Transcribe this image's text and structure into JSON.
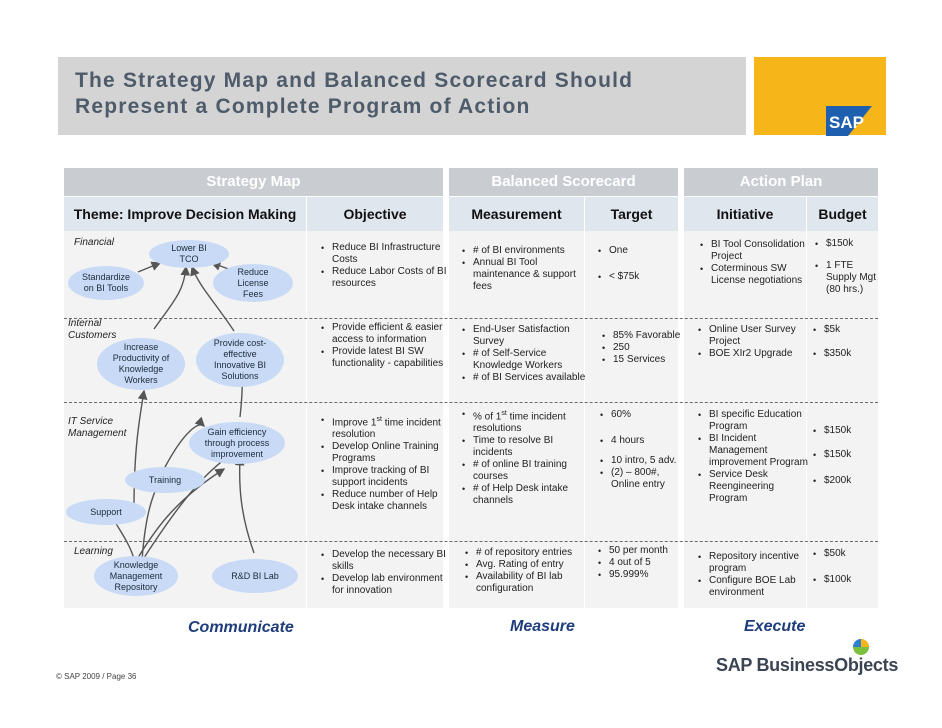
{
  "header": {
    "title": "The Strategy Map and Balanced Scorecard Should\nRepresent a Complete Program of Action",
    "logo_text": "SAP"
  },
  "sections": {
    "strategy_map": "Strategy Map",
    "balanced_scorecard": "Balanced Scorecard",
    "action_plan": "Action Plan"
  },
  "columns": {
    "theme": "Theme:  Improve Decision Making",
    "objective": "Objective",
    "measurement": "Measurement",
    "target": "Target",
    "initiative": "Initiative",
    "budget": "Budget"
  },
  "row_labels": {
    "financial": "Financial",
    "internal_customers": "Internal\nCustomers",
    "it_service": "IT Service\nManagement",
    "learning": "Learning"
  },
  "nodes": {
    "lower_bi_tco": "Lower BI\nTCO",
    "standardize": "Standardize\non BI Tools",
    "reduce_license": "Reduce\nLicense\nFees",
    "increase_productivity": "Increase\nProductivity of\nKnowledge\nWorkers",
    "provide_cost_effective": "Provide cost-\neffective\nInnovative BI\nSolutions",
    "gain_efficiency": "Gain efficiency\nthrough process\nimprovement",
    "training": "Training",
    "support": "Support",
    "knowledge_repo": "Knowledge\nManagement\nRepository",
    "rd_bi_lab": "R&D BI Lab"
  },
  "rows": [
    {
      "objective": [
        "Reduce BI Infrastructure Costs",
        "Reduce Labor Costs of BI resources"
      ],
      "measurement": [
        "# of BI environments",
        "Annual BI Tool maintenance & support fees"
      ],
      "target": [
        "One",
        "< $75k"
      ],
      "initiative": [
        "BI Tool Consolidation Project",
        "Coterminous SW License negotiations"
      ],
      "budget": [
        "$150k",
        "1 FTE Supply Mgt (80 hrs.)"
      ]
    },
    {
      "objective": [
        "Provide efficient & easier access to information",
        "Provide latest BI SW functionality - capabilities"
      ],
      "measurement": [
        "End-User Satisfaction Survey",
        "# of Self-Service Knowledge Workers",
        "# of BI Services available"
      ],
      "target": [
        "85% Favorable",
        "250",
        "15 Services"
      ],
      "initiative": [
        "Online User Survey Project",
        "BOE XIr2 Upgrade"
      ],
      "budget": [
        "$5k",
        "$350k"
      ]
    },
    {
      "objective": [
        "Improve 1st time incident resolution",
        "Develop Online Training Programs",
        "Improve tracking of BI support incidents",
        "Reduce number of Help Desk intake channels"
      ],
      "measurement": [
        "% of 1st time incident resolutions",
        "Time to resolve BI incidents",
        "# of online BI training courses",
        "# of Help Desk intake channels"
      ],
      "target": [
        "60%",
        "4 hours",
        "10 intro, 5 adv.",
        "(2) – 800#, Online entry"
      ],
      "initiative": [
        "BI specific Education Program",
        "BI Incident Management improvement Program",
        "Service Desk Reengineering Program"
      ],
      "budget": [
        "$150k",
        "$150k",
        "$200k"
      ]
    },
    {
      "objective": [
        "Develop the necessary BI skills",
        "Develop lab environment for innovation"
      ],
      "measurement": [
        "# of repository entries",
        "Avg. Rating of entry",
        "Availability of BI lab configuration"
      ],
      "target": [
        "50 per month",
        "4 out of 5",
        "95.999%"
      ],
      "initiative": [
        "Repository incentive program",
        "Configure BOE Lab environment"
      ],
      "budget": [
        "$50k",
        "$100k"
      ]
    }
  ],
  "footer": {
    "communicate": "Communicate",
    "measure": "Measure",
    "execute": "Execute",
    "copyright": "© SAP 2009 / Page 36",
    "brand": "SAP BusinessObjects"
  },
  "colors": {
    "accent_gold": "#f6b619",
    "header_gray": "#c9cdd2",
    "oval_blue": "#c8daf5",
    "footer_blue": "#1f3d7a"
  }
}
